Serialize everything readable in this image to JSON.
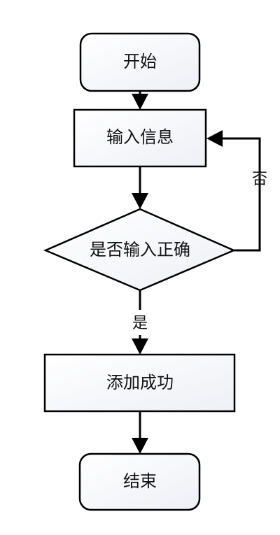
{
  "nodes": {
    "start": {
      "label": "开始",
      "shape": "rounded-rect"
    },
    "input_info": {
      "label": "输入信息",
      "shape": "rect"
    },
    "check_input": {
      "label": "是否输入正确",
      "shape": "diamond"
    },
    "add_success": {
      "label": "添加成功",
      "shape": "rect"
    },
    "end": {
      "label": "结束",
      "shape": "rounded-rect"
    }
  },
  "edges": [
    {
      "from": "start",
      "to": "input_info",
      "label": ""
    },
    {
      "from": "input_info",
      "to": "check_input",
      "label": ""
    },
    {
      "from": "check_input",
      "to": "add_success",
      "label": "是"
    },
    {
      "from": "check_input",
      "to": "input_info",
      "label": "否"
    },
    {
      "from": "add_success",
      "to": "end",
      "label": ""
    }
  ],
  "colors": {
    "node_fill_start": "#ffffff",
    "node_fill_end": "#eef0f6",
    "stroke": "#000000",
    "text": "#111111"
  }
}
